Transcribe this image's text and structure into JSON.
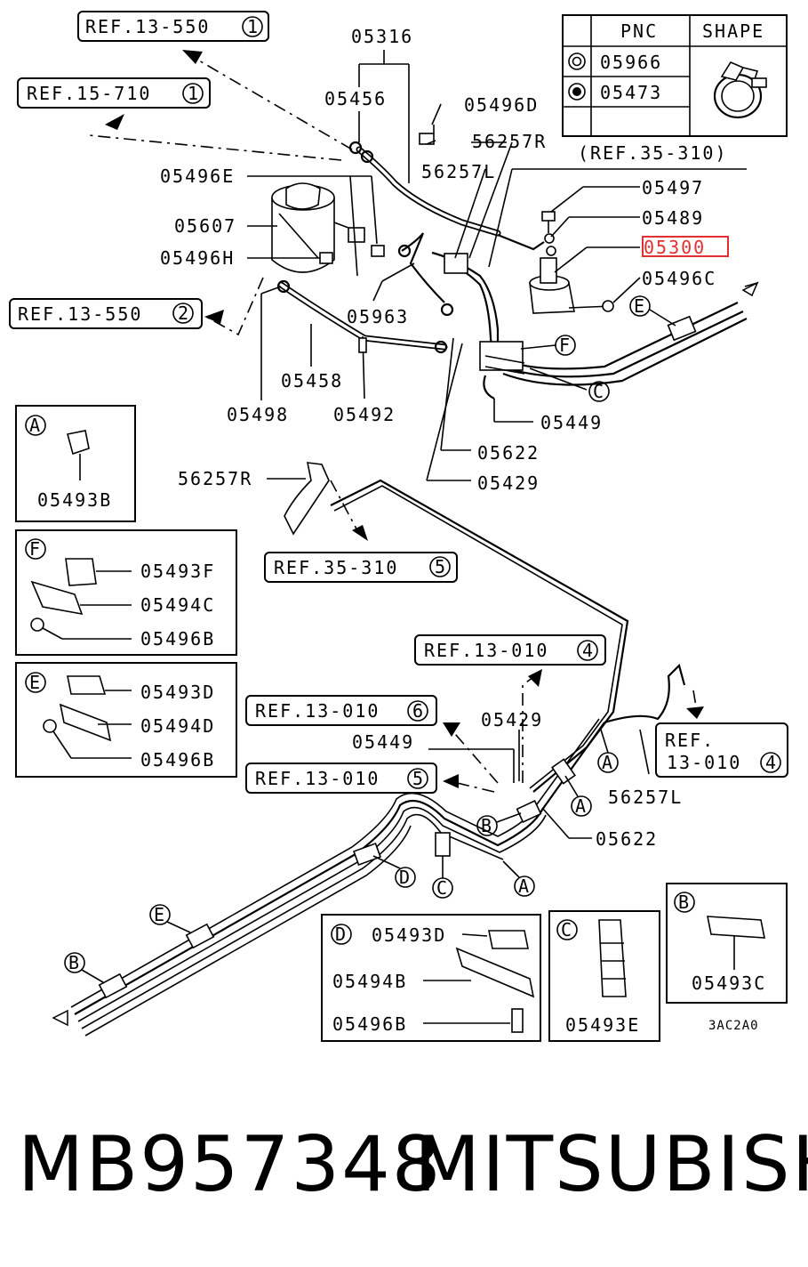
{
  "pnc_table": {
    "header_pnc": "PNC",
    "header_shape": "SHAPE",
    "rows": [
      "05966",
      "05473"
    ]
  },
  "refs": {
    "r1": "REF.13-550",
    "r1_num": "1",
    "r2": "REF.15-710",
    "r2_num": "1",
    "r3": "REF.13-550",
    "r3_num": "2",
    "r4": "REF.35-310",
    "r4_num": "5",
    "r5": "REF.13-010",
    "r5_num": "4",
    "r6": "REF.13-010",
    "r6_num": "6",
    "r7": "REF.13-010",
    "r7_num": "5",
    "r8_line1": "REF.",
    "r8_line2": "13-010",
    "r8_num": "4",
    "r9": "(REF.35-310)"
  },
  "labels": {
    "p05316": "05316",
    "p05456": "05456",
    "p05496D": "05496D",
    "p56257R_top": "56257R",
    "p56257L_top": "56257L",
    "p05496E": "05496E",
    "p05607": "05607",
    "p05496H": "05496H",
    "p05497": "05497",
    "p05489": "05489",
    "p05300": "05300",
    "p05496C": "05496C",
    "p05963": "05963",
    "p05458": "05458",
    "p05498": "05498",
    "p05492": "05492",
    "p05449_top": "05449",
    "p05622_top": "05622",
    "p05429_top": "05429",
    "p56257R_mid": "56257R",
    "p05429_low": "05429",
    "p05449_low": "05449",
    "p56257L_low": "56257L",
    "p05622_low": "05622",
    "code": "3AC2A0"
  },
  "callouts": {
    "A": "A",
    "B": "B",
    "C": "C",
    "D": "D",
    "E": "E",
    "F": "F"
  },
  "detail_boxes": {
    "A": {
      "tag": "A",
      "parts": [
        "05493B"
      ]
    },
    "F": {
      "tag": "F",
      "parts": [
        "05493F",
        "05494C",
        "05496B"
      ]
    },
    "E": {
      "tag": "E",
      "parts": [
        "05493D",
        "05494D",
        "05496B"
      ]
    },
    "D": {
      "tag": "D",
      "parts": [
        "05493D",
        "05494B",
        "05496B"
      ]
    },
    "C": {
      "tag": "C",
      "parts": [
        "05493E"
      ]
    },
    "B": {
      "tag": "B",
      "parts": [
        "05493C"
      ]
    }
  },
  "footer": {
    "part_number": "MB957348",
    "brand": "MITSUBISHI"
  },
  "colors": {
    "highlight": "#e03030",
    "ink": "#000000"
  }
}
